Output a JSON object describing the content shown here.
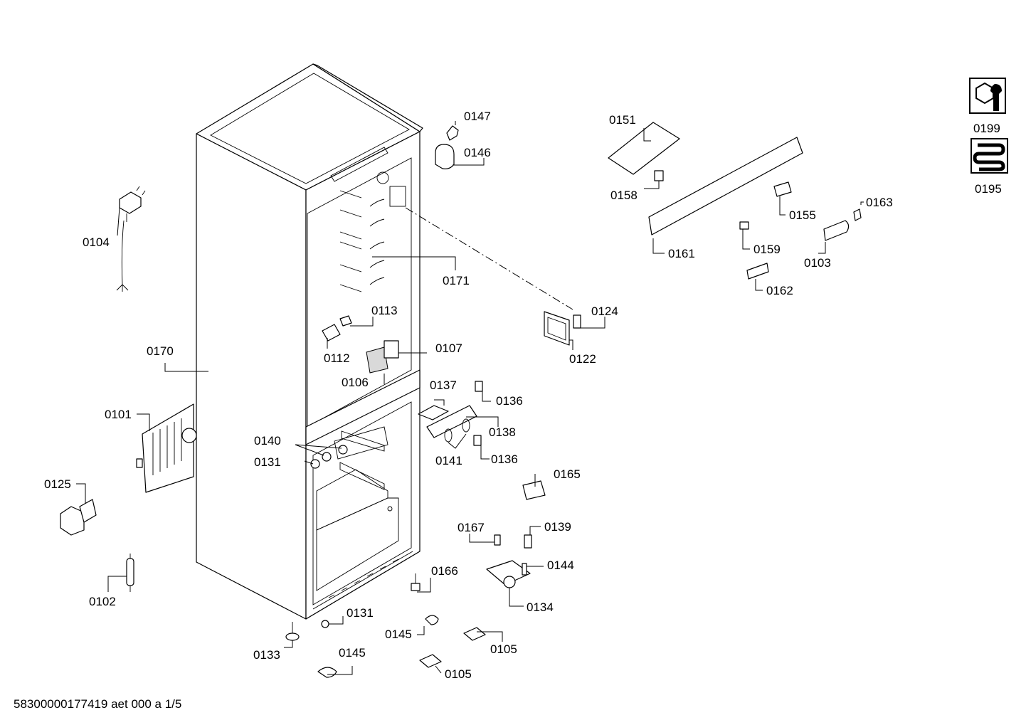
{
  "diagram": {
    "parts": {
      "p0101": "0101",
      "p0102": "0102",
      "p0103": "0103",
      "p0104": "0104",
      "p0105a": "0105",
      "p0105b": "0105",
      "p0106": "0106",
      "p0107": "0107",
      "p0112": "0112",
      "p0113": "0113",
      "p0122": "0122",
      "p0124": "0124",
      "p0125": "0125",
      "p0131a": "0131",
      "p0131b": "0131",
      "p0133": "0133",
      "p0134": "0134",
      "p0136a": "0136",
      "p0136b": "0136",
      "p0137": "0137",
      "p0138": "0138",
      "p0139": "0139",
      "p0140": "0140",
      "p0141": "0141",
      "p0144": "0144",
      "p0145a": "0145",
      "p0145b": "0145",
      "p0146": "0146",
      "p0147": "0147",
      "p0151": "0151",
      "p0155": "0155",
      "p0158": "0158",
      "p0159": "0159",
      "p0161": "0161",
      "p0162": "0162",
      "p0163": "0163",
      "p0165": "0165",
      "p0166": "0166",
      "p0167": "0167",
      "p0170": "0170",
      "p0171": "0171"
    },
    "icons": [
      {
        "name": "tools-nut-wrench-icon",
        "label": "0199"
      },
      {
        "name": "cooling-coil-icon",
        "label": "0195"
      }
    ]
  },
  "footer": "58300000177419 aet 000 a 1/5"
}
